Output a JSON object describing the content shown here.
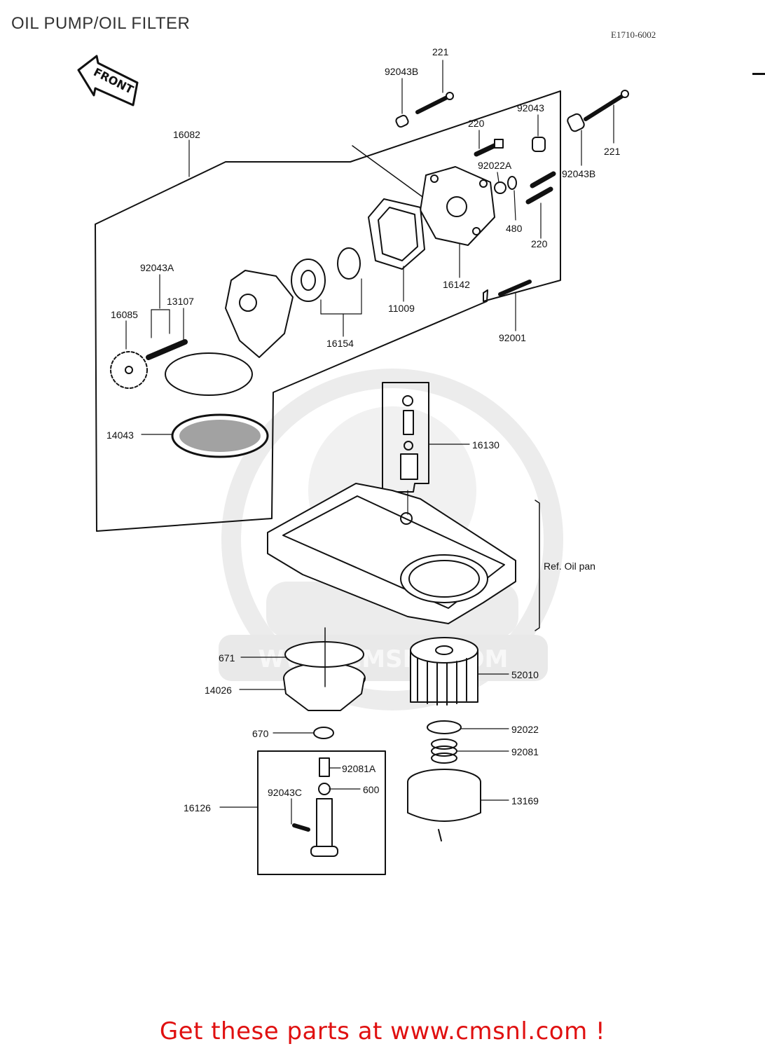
{
  "page_title": "OIL PUMP/OIL FILTER",
  "diagram_code": "E1710-6002",
  "direction_label": "FRONT",
  "watermark_text": "WWW.CMSNL.COM",
  "reference_label": "Ref.  Oil pan",
  "part_labels": {
    "p221_top": "221",
    "p92043B_top": "92043B",
    "p92043": "92043",
    "p220_top": "220",
    "p92022A": "92022A",
    "p221_right": "221",
    "p92043B_right": "92043B",
    "p16082": "16082",
    "p480": "480",
    "p220_right": "220",
    "p92043A": "92043A",
    "p13107": "13107",
    "p16085": "16085",
    "p16142": "16142",
    "p11009": "11009",
    "p16154": "16154",
    "p92001": "92001",
    "p14043": "14043",
    "p16130": "16130",
    "p671": "671",
    "p14026": "14026",
    "p52010": "52010",
    "p670": "670",
    "p92022": "92022",
    "p92081": "92081",
    "p92081A": "92081A",
    "p92043C": "92043C",
    "p600": "600",
    "p16126": "16126",
    "p13169": "13169"
  },
  "promo_text": "Get these parts at www.cmsnl.com !",
  "colors": {
    "promo": "#e01010",
    "line": "#111111",
    "watermark": "#e6e6e6"
  }
}
